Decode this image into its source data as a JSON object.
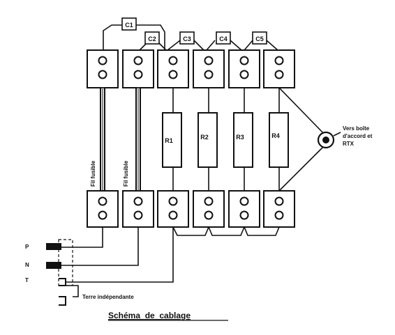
{
  "capacitors": [
    "C1",
    "C2",
    "C3",
    "C4",
    "C5"
  ],
  "resistors": [
    "R1",
    "R2",
    "R3",
    "R4"
  ],
  "fuse_wire_label": "Fil fusible",
  "output_label": [
    "Vers boîte",
    "d'accord et",
    "RTX"
  ],
  "mains_labels": [
    "P",
    "N",
    "T"
  ],
  "earth_label": "Terre indépendante",
  "caption": "Schéma  de  cablage",
  "colors": {
    "ink": "#111111",
    "background": "#ffffff"
  }
}
